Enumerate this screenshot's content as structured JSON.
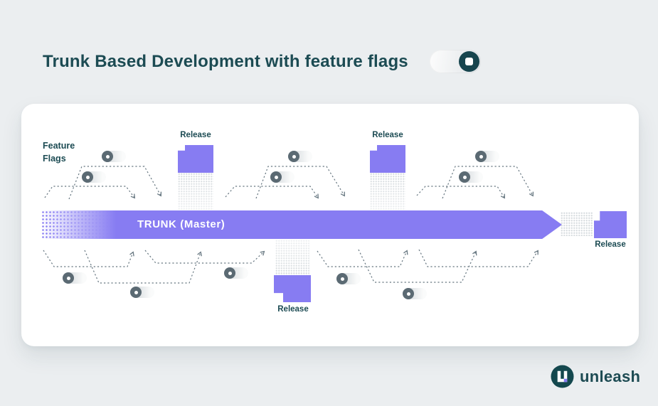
{
  "header": {
    "title": "Trunk Based Development with feature flags",
    "toggle_state": "on"
  },
  "card": {
    "feature_flags_line1": "Feature",
    "feature_flags_line2": "Flags",
    "trunk_label": "TRUNK (Master)",
    "release_label": "Release",
    "top_release_count": 2,
    "bottom_release_count": 1,
    "end_release_count": 1,
    "feature_toggle_count": 11
  },
  "footer": {
    "brand": "unleash"
  },
  "icons": {
    "header_toggle": "toggle-on-icon",
    "diagram_toggle": "toggle-off-icon",
    "logo": "unleash-logo-icon"
  },
  "colors": {
    "accent_purple": "#877CF2",
    "brand_teal": "#1C4B53",
    "branch_line": "#677781",
    "page_background": "#EBEEF0",
    "card_background": "#FFFFFF"
  }
}
